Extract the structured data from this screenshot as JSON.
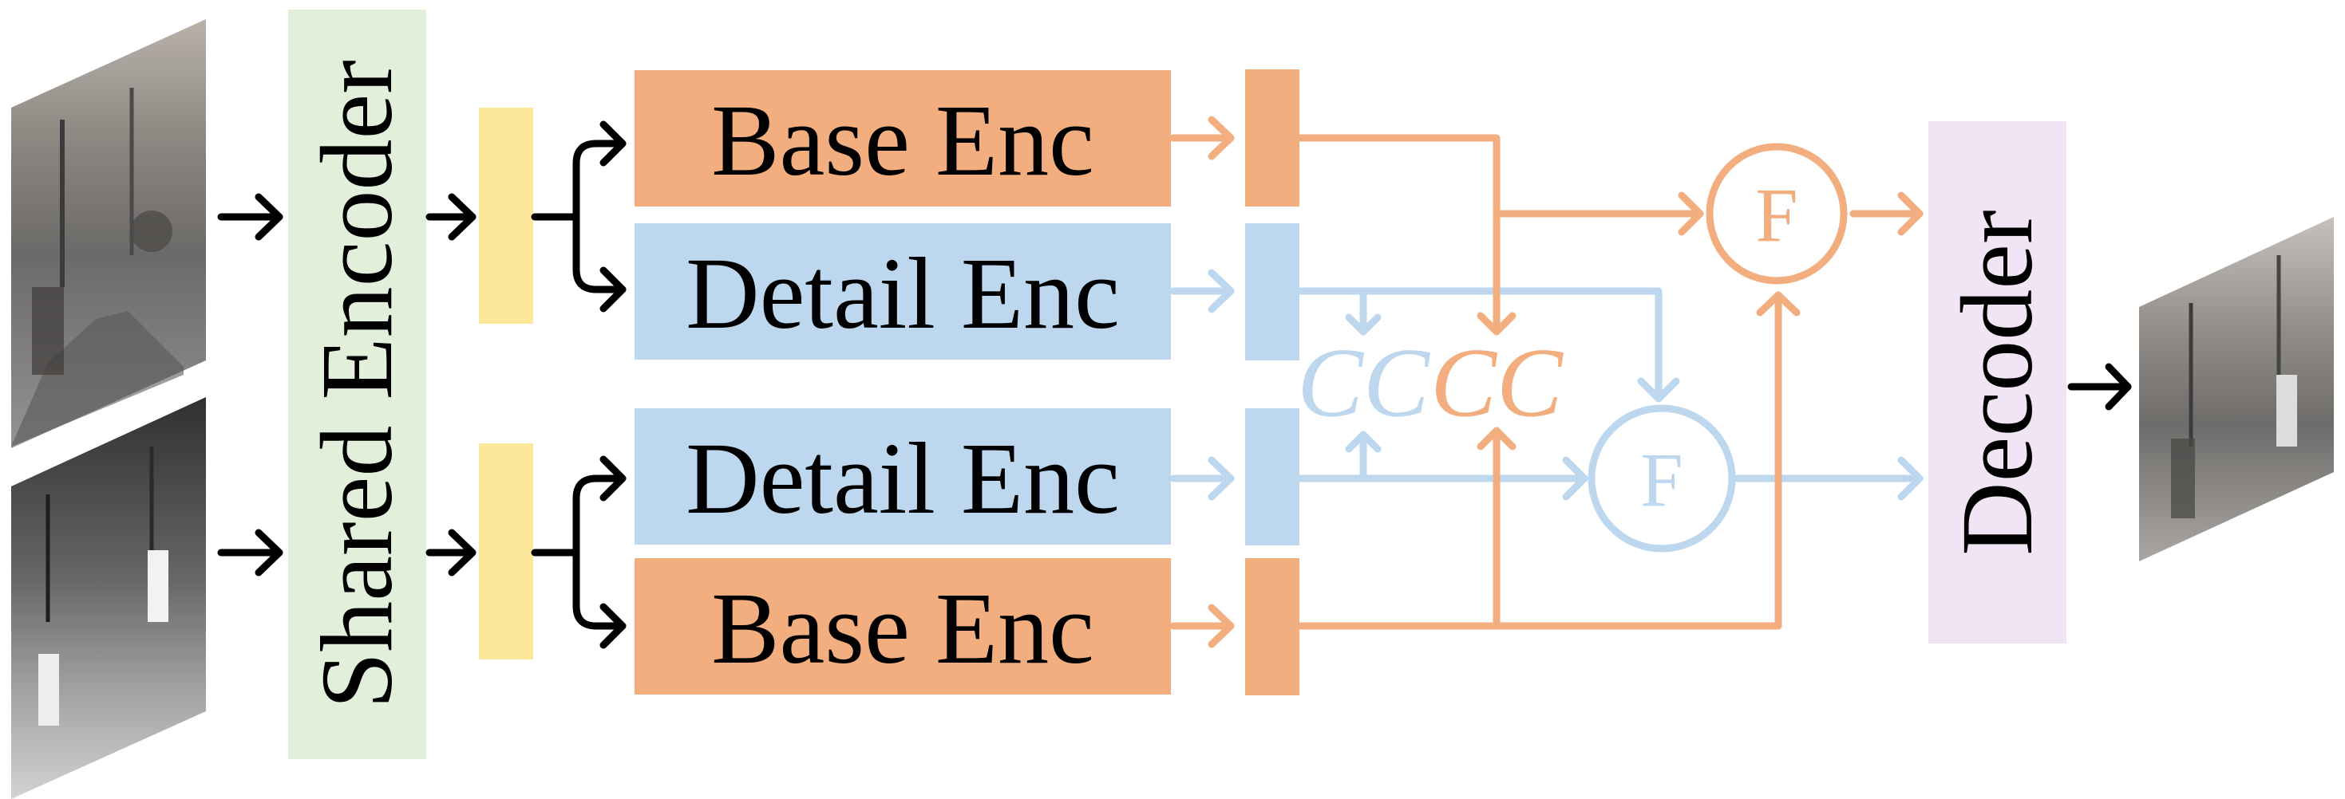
{
  "labels": {
    "shared_encoder": "Shared Encoder",
    "base_enc_top": "Base Enc",
    "detail_enc_top": "Detail Enc",
    "detail_enc_bottom": "Detail Enc",
    "base_enc_bottom": "Base Enc",
    "cc_detail": "CC",
    "cc_base": "CC",
    "fusion_base": "F",
    "fusion_detail": "F",
    "decoder": "Decoder"
  },
  "colors": {
    "shared_encoder": "#e2efdb",
    "feature": "#fde79b",
    "base": "#f3ae80",
    "detail": "#bdd7ee",
    "decoder": "#f1e4f4",
    "arrow_black": "#000000",
    "arrow_base": "#f3ae80",
    "arrow_detail": "#bdd7ee"
  },
  "images": {
    "visible_input": "visible-image-thumbnail",
    "infrared_input": "infrared-image-thumbnail",
    "fused_output": "fused-image-thumbnail"
  }
}
